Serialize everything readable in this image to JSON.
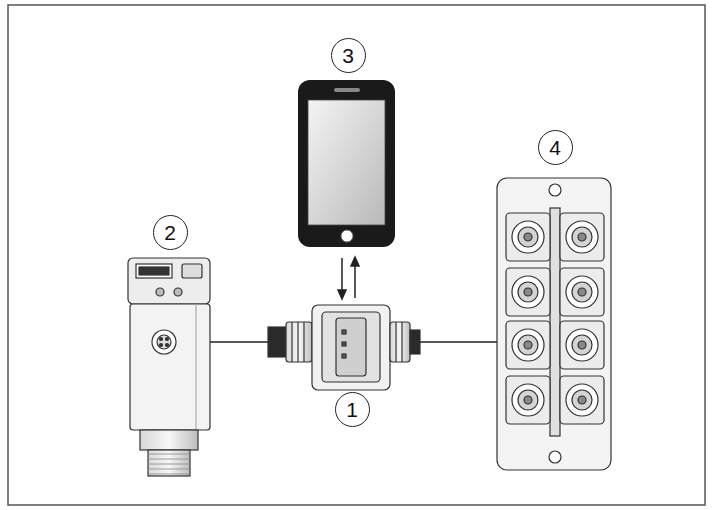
{
  "diagram": {
    "nodes": [
      {
        "text": [
          "3"
        ]
      },
      {
        "text": [
          "4"
        ]
      },
      {
        "text": [
          "2"
        ]
      },
      {
        "text": [
          "1"
        ]
      }
    ]
  }
}
